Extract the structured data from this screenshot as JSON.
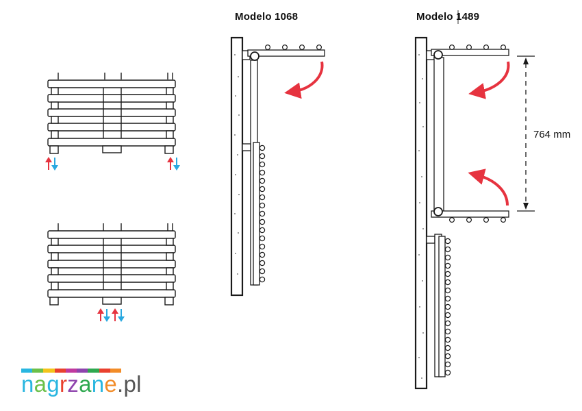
{
  "model_a": {
    "title": "Modelo 1068"
  },
  "model_b": {
    "title": "Modelo 1489"
  },
  "dimension": {
    "text": "764 mm"
  },
  "logo": {
    "name": "nagrzane.pl",
    "parts": [
      "n",
      "a",
      "g",
      "r",
      "z",
      "a",
      "n",
      "e",
      ".",
      "p",
      "l"
    ],
    "part_colors": [
      "#29b6e0",
      "#6cc04a",
      "#29b6e0",
      "#e9412e",
      "#8e44ad",
      "#2ea84f",
      "#29b6e0",
      "#f28c28",
      "#555555",
      "#555555",
      "#555555"
    ],
    "bar_colors": [
      "#29b6e0",
      "#6cc04a",
      "#f4c41b",
      "#e9412e",
      "#c0399f",
      "#8e44ad",
      "#2ea84f",
      "#e9412e",
      "#f28c28"
    ]
  },
  "colors": {
    "line": "#1a1a1a",
    "arrow_red": "#e6333f",
    "arrow_blue": "#29a8e0",
    "wall_dots": "#555555"
  },
  "icons": {
    "supply": "red-up-arrow-icon",
    "return": "blue-down-arrow-icon",
    "rotation": "curved-rotation-arrow-icon"
  }
}
